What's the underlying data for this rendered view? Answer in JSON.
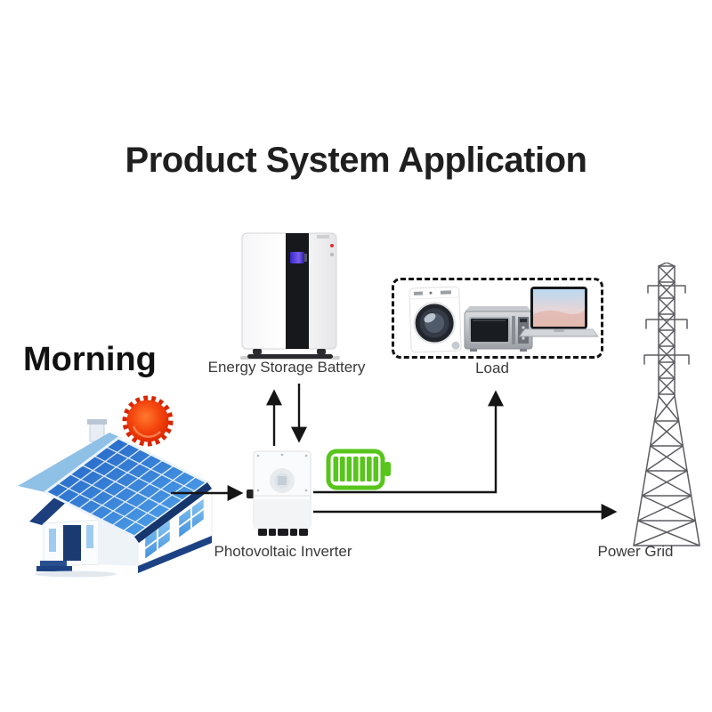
{
  "title": "Product System Application",
  "scene_label": "Morning",
  "nodes": {
    "battery": {
      "label": "Energy Storage Battery"
    },
    "load": {
      "label": "Load"
    },
    "inverter": {
      "label": "Photovoltaic Inverter"
    },
    "grid": {
      "label": "Power Grid"
    }
  },
  "icons": {
    "sun": "sun-icon",
    "house": "solar-house-icon",
    "battery_unit": "energy-storage-battery-icon",
    "washing_machine": "washing-machine-icon",
    "microwave": "microwave-icon",
    "laptop": "laptop-icon",
    "inverter": "inverter-icon",
    "charge_level": "full-battery-icon",
    "tower": "transmission-tower-icon"
  },
  "connections": [
    {
      "from": "solar-house",
      "to": "photovoltaic-inverter",
      "direction": "one-way"
    },
    {
      "from": "photovoltaic-inverter",
      "to": "energy-storage-battery",
      "direction": "two-way"
    },
    {
      "from": "photovoltaic-inverter",
      "to": "load",
      "direction": "one-way"
    },
    {
      "from": "photovoltaic-inverter",
      "to": "power-grid",
      "direction": "one-way"
    }
  ],
  "colors": {
    "text": "#1f1f1f",
    "label": "#3a3a3a",
    "arrow": "#151515",
    "battery_green": "#58c51c",
    "sun_red": "#e83512",
    "panel_blue": "#2f7fd6",
    "navy": "#1c3e7c"
  }
}
